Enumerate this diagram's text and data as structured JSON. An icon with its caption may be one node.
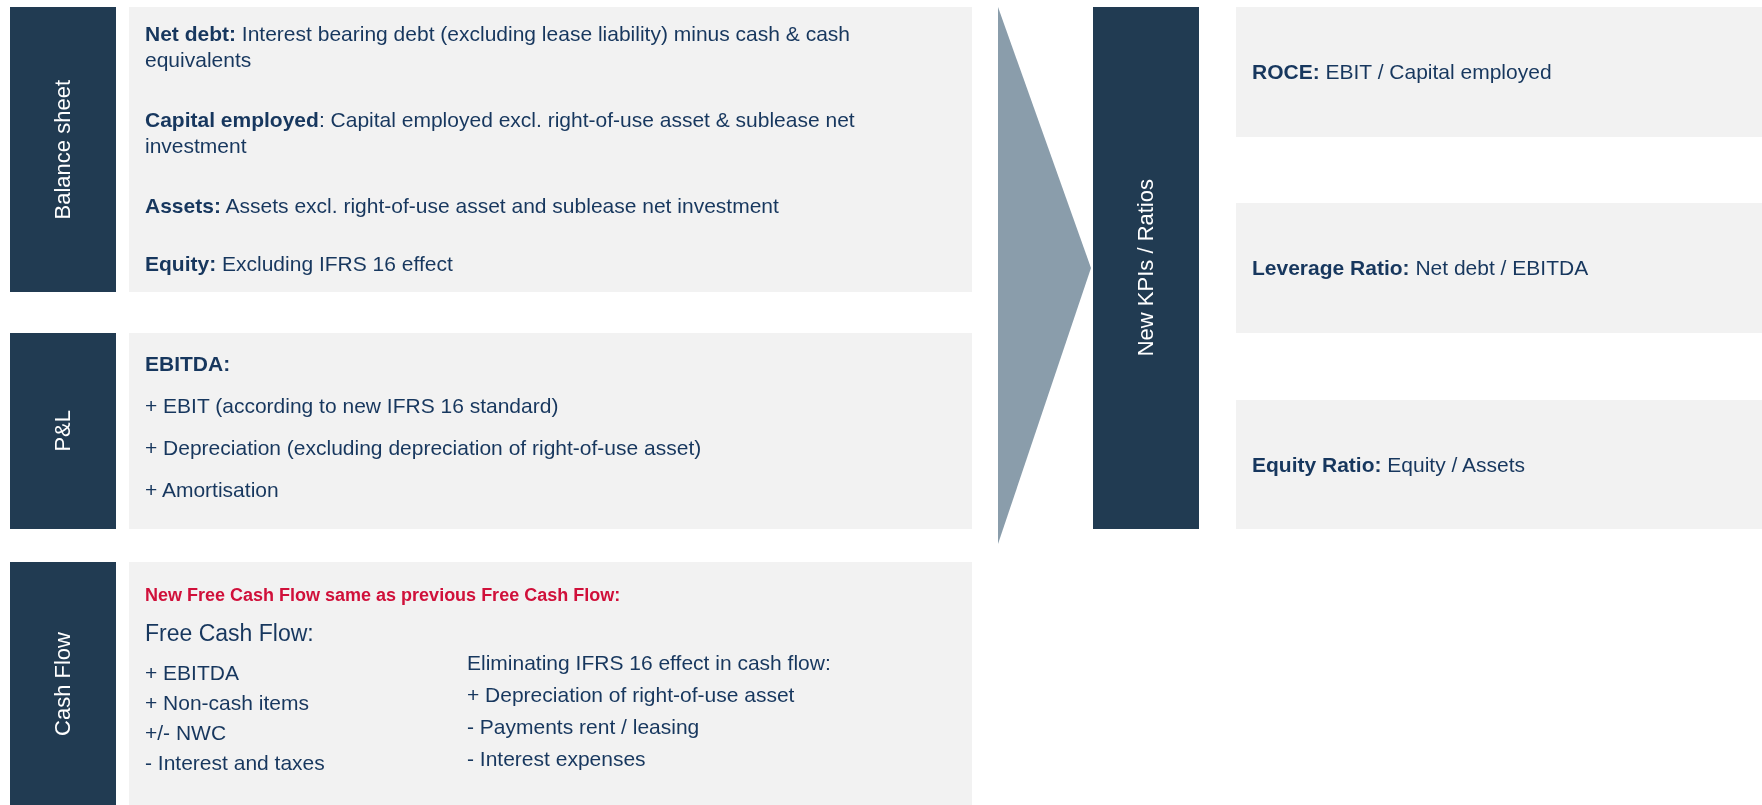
{
  "diagram": {
    "nodes": [
      {
        "text": [
          "Balance sheet"
        ]
      },
      {
        "text": [
          "**Net debt:** Interest bearing debt (excluding lease liability) minus cash & cash equivalents",
          "**Capital employed**: Capital employed excl. right-of-use asset & sublease net investment",
          "**Assets:** Assets excl. right-of-use asset and sublease net investment",
          "**Equity:** Excluding IFRS 16 effect"
        ]
      },
      {
        "text": [
          "P&L"
        ]
      },
      {
        "text": [
          "EBITDA:",
          "+ EBIT (according to new IFRS 16 standard)",
          "+ Depreciation (excluding depreciation of right-of-use asset)",
          "+ Amortisation"
        ]
      },
      {
        "text": [
          "Cash Flow"
        ]
      },
      {
        "text": [
          "New Free Cash Flow same as previous Free Cash Flow:",
          "Free Cash Flow:",
          "+ EBITDA",
          "+ Non-cash items",
          "+/- NWC",
          "- Interest and taxes",
          "Eliminating IFRS 16 effect in cash flow:",
          "+ Depreciation of right-of-use asset",
          "- Payments rent / leasing",
          "- Interest expenses"
        ]
      },
      {
        "text": [
          "New KPIs / Ratios"
        ]
      },
      {
        "text": [
          "**ROCE:** EBIT / Capital employed"
        ]
      },
      {
        "text": [
          "**Leverage Ratio:** Net debt / EBITDA"
        ]
      },
      {
        "text": [
          "**Equity Ratio:** Equity / Assets"
        ]
      }
    ],
    "edges": [
      {
        "from": null,
        "to": 6,
        "arrow": "to"
      }
    ]
  }
}
